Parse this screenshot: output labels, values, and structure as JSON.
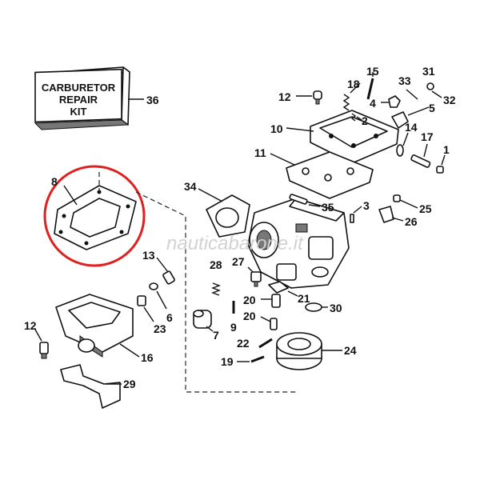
{
  "repair_kit": {
    "lines": [
      "CARBURETOR",
      "REPAIR",
      "KIT"
    ],
    "number": "36"
  },
  "watermark": "nauticabarone.it",
  "highlight_color": "#e02020",
  "callouts": {
    "c1": "1",
    "c2": "2",
    "c3": "3",
    "c4": "4",
    "c5": "5",
    "c6": "6",
    "c7": "7",
    "c8": "8",
    "c9": "9",
    "c10": "10",
    "c11": "11",
    "c12a": "12",
    "c12b": "12",
    "c13": "13",
    "c14": "14",
    "c15": "15",
    "c16": "16",
    "c17": "17",
    "c18": "18",
    "c19": "19",
    "c20a": "20",
    "c20b": "20",
    "c21": "21",
    "c22": "22",
    "c23": "23",
    "c24": "24",
    "c25": "25",
    "c26": "26",
    "c27": "27",
    "c28": "28",
    "c29": "29",
    "c30": "30",
    "c31": "31",
    "c32": "32",
    "c33": "33",
    "c34": "34",
    "c35": "35"
  }
}
